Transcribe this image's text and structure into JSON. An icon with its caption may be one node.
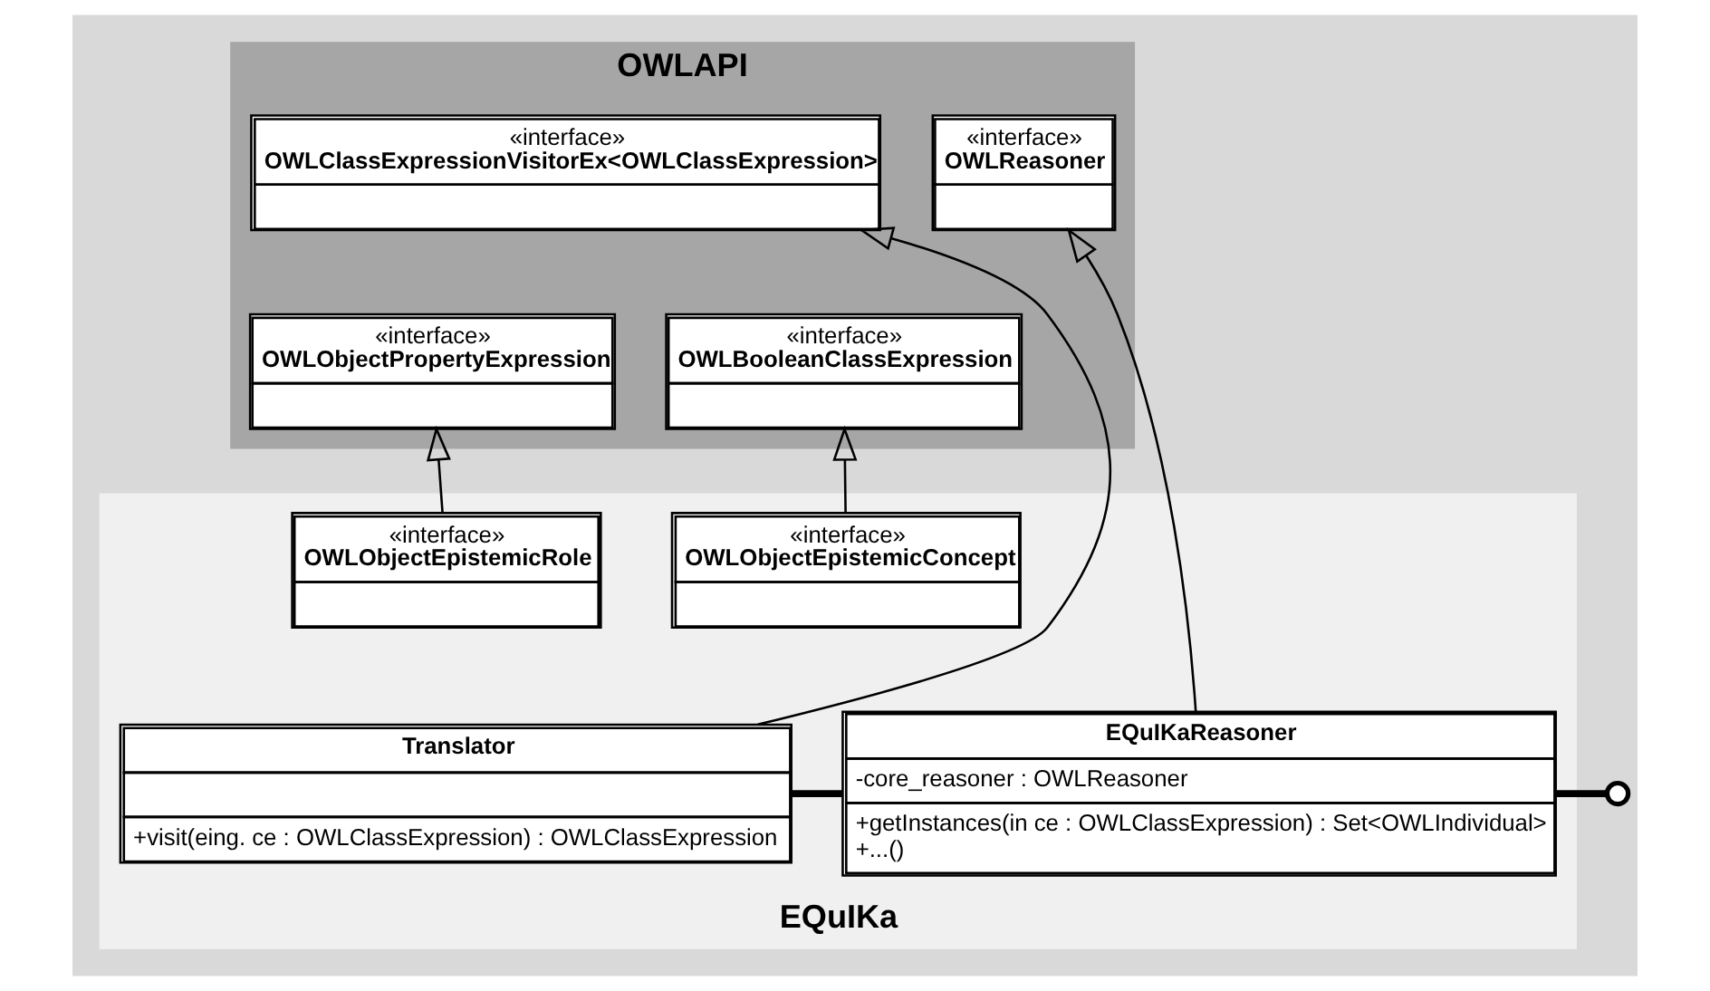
{
  "diagram": {
    "nodes": [
      {
        "text": [
          "OWLAPI"
        ]
      },
      {
        "text": [
          "«interface»",
          "OWLReasoner"
        ],
        "in": 0
      },
      {
        "text": [
          "«interface»",
          "OWLClassExpressionVisitorEx<OWLClassExpression>"
        ],
        "in": 0
      },
      {
        "text": [
          "«interface»",
          "OWLBooleanClassExpression"
        ],
        "in": 0
      },
      {
        "text": [
          "«interface»",
          "OWLObjectPropertyExpression"
        ],
        "in": 0
      },
      {
        "text": [
          "EQuIKa"
        ]
      },
      {
        "text": [
          "«interface»",
          "OWLObjectEpistemicConcept"
        ],
        "in": 5
      },
      {
        "text": [
          "«interface»",
          "OWLObjectEpistemicRole"
        ],
        "in": 5
      },
      {
        "text": [
          "EQuIKaReasoner",
          "-core_reasoner : OWLReasoner",
          "+getInstances(in ce : OWLClassExpression) : Set<OWLIndividual>",
          "+...()"
        ],
        "in": 5
      },
      {
        "text": [
          "Translator",
          "+visit(eing. ce : OWLClassExpression) : OWLClassExpression"
        ],
        "in": 5
      },
      {
        "text": [],
        "shape": "circle"
      }
    ],
    "edges": [
      {
        "from": 8,
        "to": 1,
        "arrow": "to"
      },
      {
        "from": 9,
        "to": 2,
        "arrow": "to"
      },
      {
        "from": 6,
        "to": 3,
        "arrow": "to"
      },
      {
        "from": 7,
        "to": 4,
        "arrow": "to"
      },
      {
        "from": 8,
        "to": 9,
        "arrow": "none",
        "style": "thick"
      },
      {
        "from": 10,
        "to": 8,
        "arrow": "none",
        "style": "thick"
      }
    ]
  }
}
